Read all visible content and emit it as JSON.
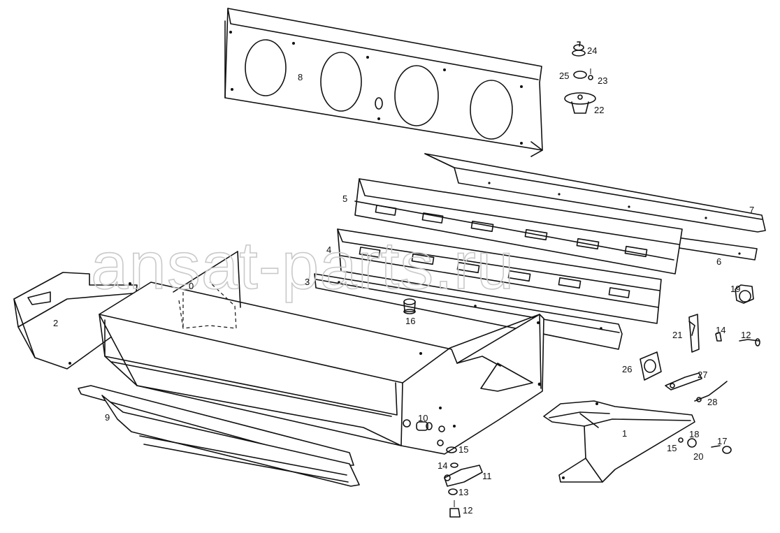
{
  "watermark": "ansat-parts.ru",
  "callouts": {
    "c1": "1",
    "c2": "2",
    "c3": "3",
    "c4": "4",
    "c5": "5",
    "c6": "6",
    "c7": "7",
    "c8": "8",
    "c9": "9",
    "c10": "10",
    "c11": "11",
    "c12a": "12",
    "c12b": "12",
    "c13": "13",
    "c14a": "14",
    "c14b": "14",
    "c15a": "15",
    "c15b": "15",
    "c16": "16",
    "c17": "17",
    "c18": "18",
    "c19": "19",
    "c20": "20",
    "c21": "21",
    "c22": "22",
    "c23": "23",
    "c24": "24",
    "c25": "25",
    "c26": "26",
    "c27": "27",
    "c28": "28",
    "c0": "0"
  }
}
